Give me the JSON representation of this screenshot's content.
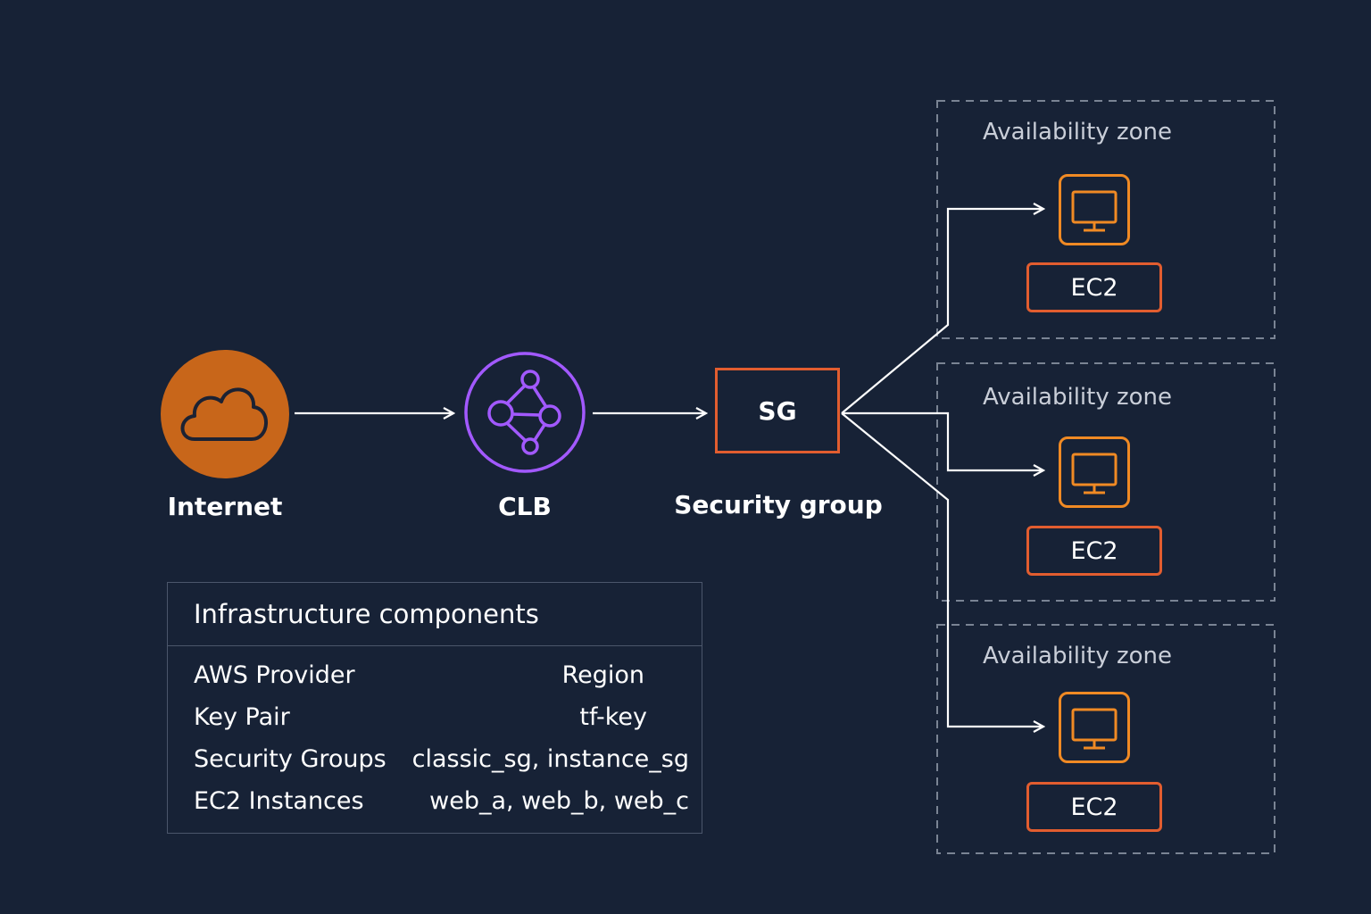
{
  "nodes": {
    "internet": {
      "label": "Internet",
      "icon": "cloud-icon",
      "color": "#c8661a"
    },
    "clb": {
      "label": "CLB",
      "icon": "load-balancer-icon",
      "color": "#a259ff"
    },
    "sg": {
      "short": "SG",
      "label": "Security group",
      "color": "#e25d2f"
    }
  },
  "zones": [
    {
      "title": "Availability zone",
      "instance": "EC2",
      "icon": "monitor-icon"
    },
    {
      "title": "Availability zone",
      "instance": "EC2",
      "icon": "monitor-icon"
    },
    {
      "title": "Availability zone",
      "instance": "EC2",
      "icon": "monitor-icon"
    }
  ],
  "components": {
    "title": "Infrastructure components",
    "rows": [
      {
        "key": "AWS Provider",
        "value": "Region"
      },
      {
        "key": "Key Pair",
        "value": "tf-key"
      },
      {
        "key": "Security Groups",
        "value": "classic_sg, instance_sg"
      },
      {
        "key": "EC2 Instances",
        "value": "web_a, web_b, web_c"
      }
    ]
  },
  "colors": {
    "background": "#172236",
    "accent_orange": "#f08a24",
    "border_red": "#e25d2f",
    "purple": "#a259ff",
    "dashed": "#7a8494"
  }
}
